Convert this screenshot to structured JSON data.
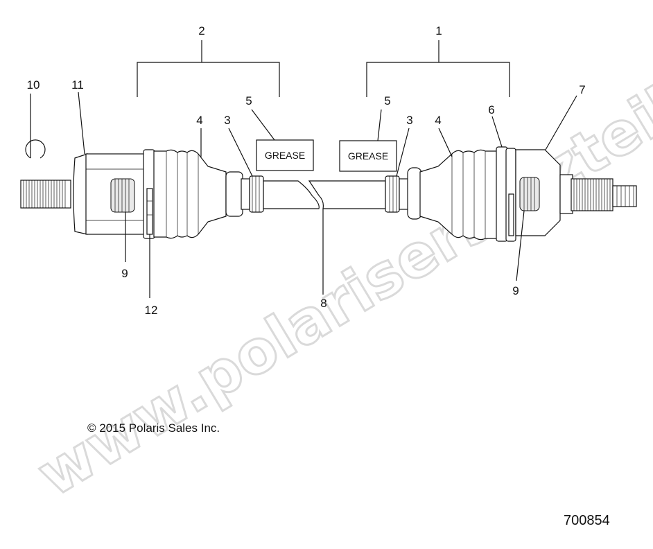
{
  "diagram": {
    "callouts": {
      "c1": "1",
      "c2": "2",
      "c3_left": "3",
      "c3_right": "3",
      "c4_left": "4",
      "c4_right": "4",
      "c5_left": "5",
      "c5_right": "5",
      "c6": "6",
      "c7": "7",
      "c8": "8",
      "c9_left": "9",
      "c9_right": "9",
      "c10": "10",
      "c11": "11",
      "c12": "12"
    },
    "grease_left": "GREASE",
    "grease_right": "GREASE",
    "copyright": "© 2015 Polaris Sales Inc.",
    "figure_number": "700854",
    "watermark": "www.polarisersatzteile.de"
  },
  "colors": {
    "line": "#111111",
    "watermark_outline": "#d6d6d6",
    "background": "#ffffff"
  }
}
